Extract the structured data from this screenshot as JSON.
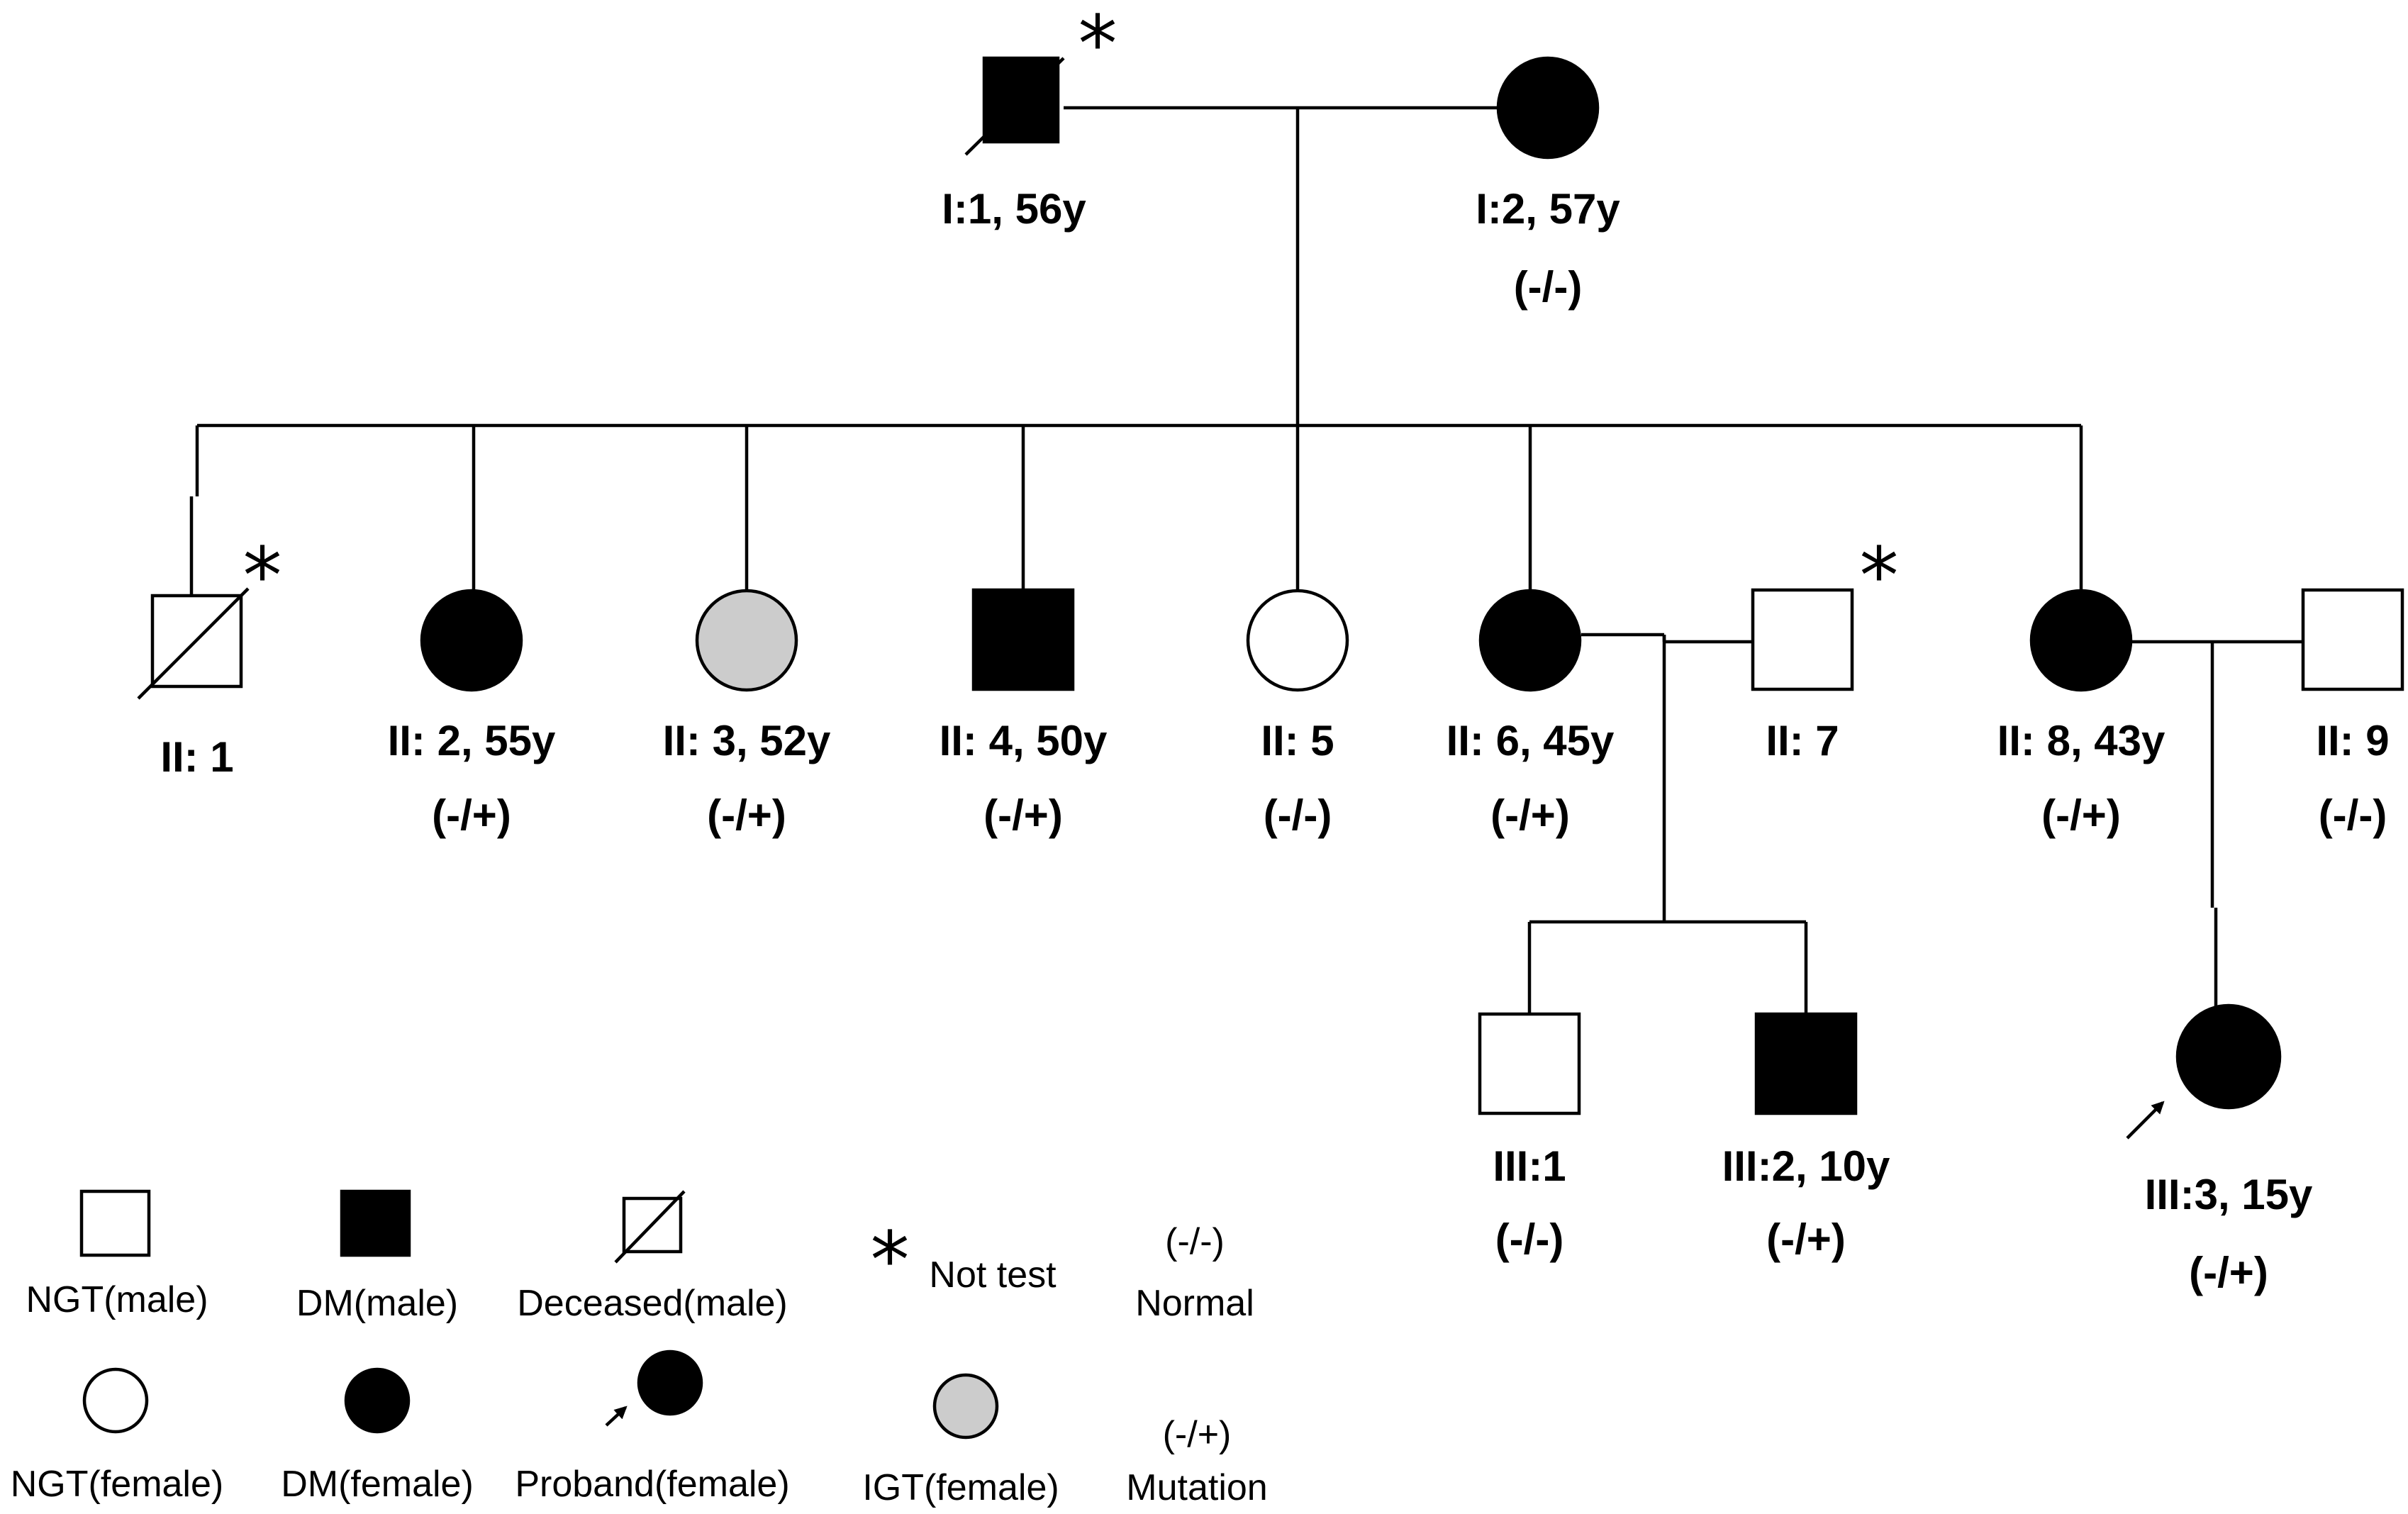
{
  "colors": {
    "line": "#000000",
    "dm": "#000000",
    "ngt": "#ffffff",
    "igt": "#cccccc"
  },
  "individuals": {
    "I1": {
      "label": "I:1, 56y",
      "genotype": "",
      "sex": "male",
      "status": "DM",
      "deceased": true,
      "not_tested": true
    },
    "I2": {
      "label": "I:2, 57y",
      "genotype": "(-/-)",
      "sex": "female",
      "status": "DM",
      "deceased": false,
      "not_tested": false
    },
    "II1": {
      "label": "II: 1",
      "genotype": "",
      "sex": "male",
      "status": "NGT",
      "deceased": true,
      "not_tested": true
    },
    "II2": {
      "label": "II: 2, 55y",
      "genotype": "(-/+)",
      "sex": "female",
      "status": "DM",
      "deceased": false,
      "not_tested": false
    },
    "II3": {
      "label": "II: 3, 52y",
      "genotype": "(-/+)",
      "sex": "female",
      "status": "IGT",
      "deceased": false,
      "not_tested": false
    },
    "II4": {
      "label": "II: 4, 50y",
      "genotype": "(-/+)",
      "sex": "male",
      "status": "DM",
      "deceased": false,
      "not_tested": false
    },
    "II5": {
      "label": "II: 5",
      "genotype": "(-/-)",
      "sex": "female",
      "status": "NGT",
      "deceased": false,
      "not_tested": false
    },
    "II6": {
      "label": "II: 6, 45y",
      "genotype": "(-/+)",
      "sex": "female",
      "status": "DM",
      "deceased": false,
      "not_tested": false
    },
    "II7": {
      "label": "II: 7",
      "genotype": "",
      "sex": "male",
      "status": "NGT",
      "deceased": false,
      "not_tested": true
    },
    "II8": {
      "label": "II: 8, 43y",
      "genotype": "(-/+)",
      "sex": "female",
      "status": "DM",
      "deceased": false,
      "not_tested": false
    },
    "II9": {
      "label": "II: 9",
      "genotype": "(-/-)",
      "sex": "male",
      "status": "NGT",
      "deceased": false,
      "not_tested": false
    },
    "III1": {
      "label": "III:1",
      "genotype": "(-/-)",
      "sex": "male",
      "status": "NGT",
      "deceased": false,
      "not_tested": false
    },
    "III2": {
      "label": "III:2, 10y",
      "genotype": "(-/+)",
      "sex": "male",
      "status": "DM",
      "deceased": false,
      "not_tested": false
    },
    "III3": {
      "label": "III:3, 15y",
      "genotype": "(-/+)",
      "sex": "female",
      "status": "DM",
      "deceased": false,
      "not_tested": false,
      "proband": true
    }
  },
  "legend": {
    "ngt_male": "NGT(male)",
    "dm_male": "DM(male)",
    "deceased_male": "Deceased(male)",
    "not_test": "Not test",
    "normal_code": "(-/-)",
    "normal": "Normal",
    "ngt_female": "NGT(female)",
    "dm_female": "DM(female)",
    "proband_female": "Proband(female)",
    "igt_female": "IGT(female)",
    "mutation_code": "(-/+)",
    "mutation": "Mutation"
  },
  "symbols": {
    "star": "*"
  }
}
